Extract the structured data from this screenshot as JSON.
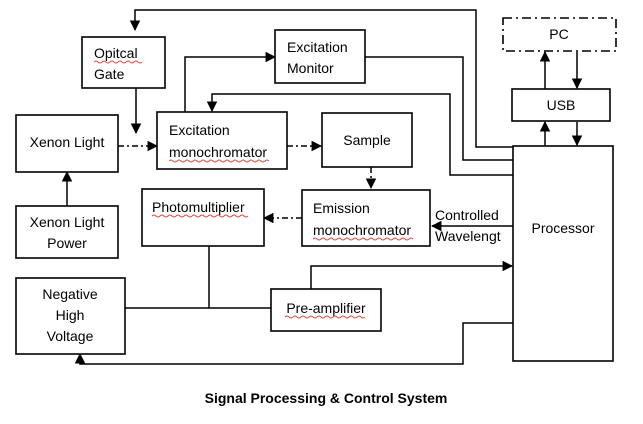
{
  "caption": "Signal Processing & Control System",
  "nodes": {
    "pc": {
      "label": "PC"
    },
    "usb": {
      "label": "USB"
    },
    "optical_gate": {
      "line1": "Opitcal",
      "line2": "Gate"
    },
    "excitation_monitor": {
      "line1": "Excitation",
      "line2": "Monitor"
    },
    "xenon_light": {
      "label": "Xenon Light"
    },
    "excitation_monochromator": {
      "line1": "Excitation",
      "line2": "monochromator"
    },
    "sample": {
      "label": "Sample"
    },
    "xenon_light_power": {
      "line1": "Xenon Light",
      "line2": "Power"
    },
    "photomultiplier": {
      "label": "Photomultiplier"
    },
    "emission_monochromator": {
      "line1": "Emission",
      "line2": "monochromator"
    },
    "processor": {
      "label": "Processor"
    },
    "negative_high_voltage": {
      "line1": "Negative",
      "line2": "High",
      "line3": "Voltage"
    },
    "pre_amplifier": {
      "label": "Pre-amplifier"
    }
  },
  "edge_labels": {
    "controlled_wavelength": {
      "line1": "Controlled",
      "line2": "Wavelengt"
    }
  }
}
